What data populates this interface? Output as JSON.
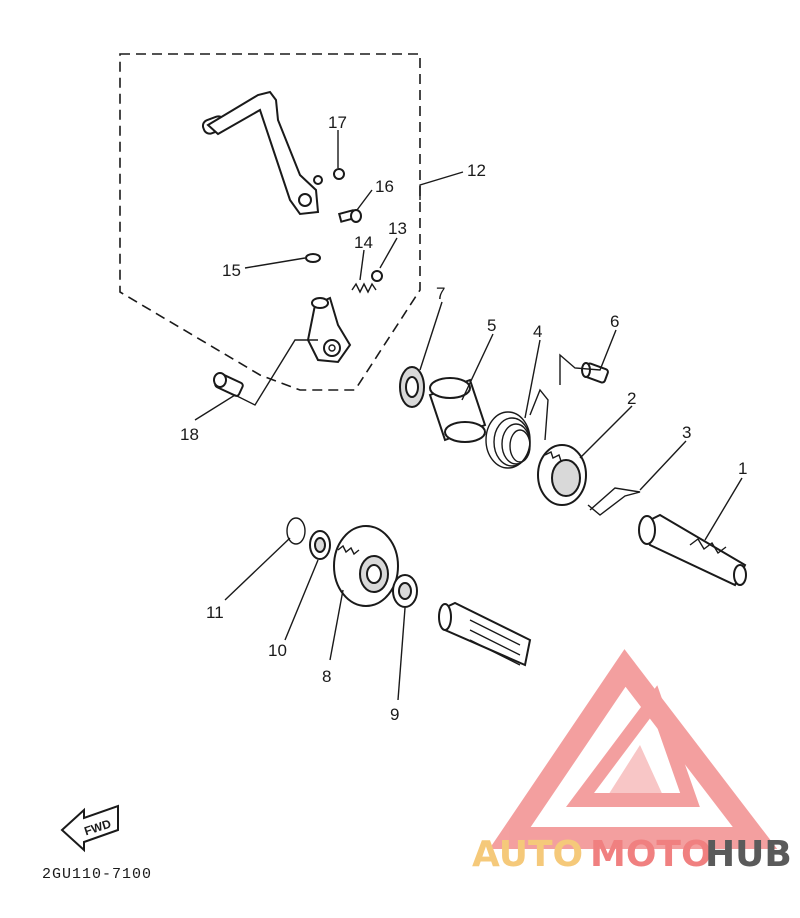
{
  "diagram": {
    "callouts": {
      "c1": "1",
      "c2": "2",
      "c3": "3",
      "c4": "4",
      "c5": "5",
      "c6": "6",
      "c7": "7",
      "c8": "8",
      "c9": "9",
      "c10": "10",
      "c11": "11",
      "c12": "12",
      "c13": "13",
      "c14": "14",
      "c15": "15",
      "c16": "16",
      "c17": "17",
      "c18": "18"
    },
    "part_code": "2GU110-7100",
    "fwd_label": "FWD"
  },
  "watermark": {
    "part1": "AUTO",
    "part2": "MOTO",
    "part3": "HUB",
    "color_primary": "#f08080",
    "color_accent": "#f5c97a",
    "color_dark": "#5a5a5a"
  }
}
